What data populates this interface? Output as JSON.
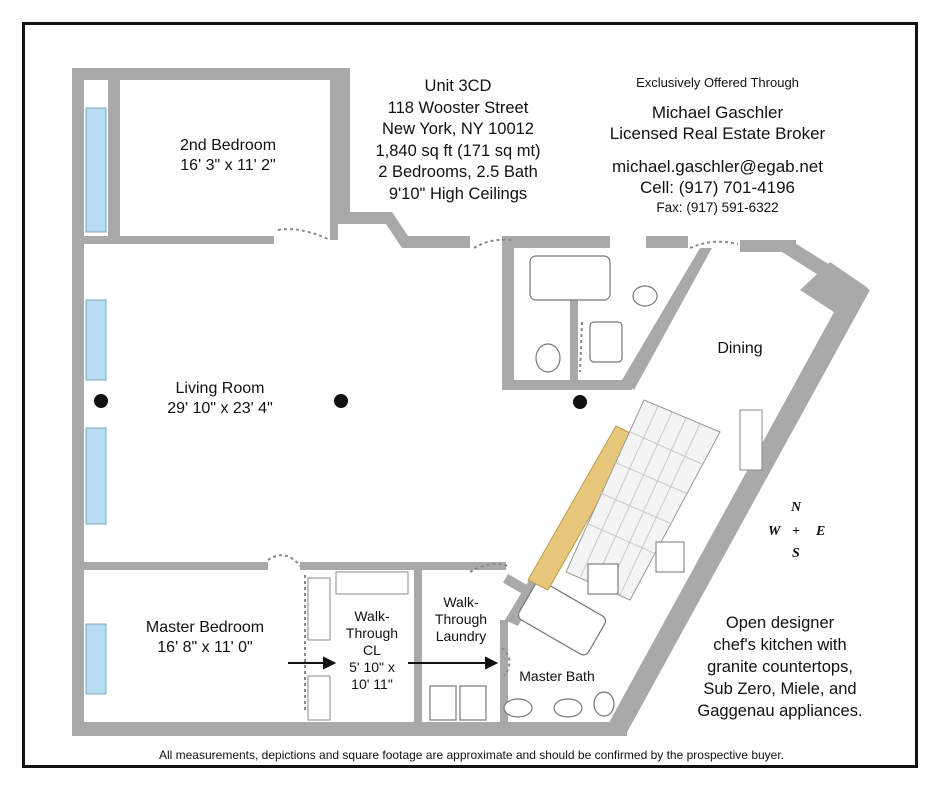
{
  "listing": {
    "unit": "Unit 3CD",
    "address": "118 Wooster Street",
    "city": "New York, NY 10012",
    "area": "1,840 sq ft (171 sq mt)",
    "rooms": "2 Bedrooms, 2.5 Bath",
    "ceilings": "9'10\" High Ceilings"
  },
  "broker": {
    "offered": "Exclusively Offered Through",
    "name": "Michael Gaschler",
    "title": "Licensed Real Estate Broker",
    "email": "michael.gaschler@egab.net",
    "cell": "Cell: (917) 701-4196",
    "fax": "Fax: (917) 591-6322"
  },
  "rooms": {
    "second_bedroom": {
      "name": "2nd Bedroom",
      "size": "16' 3\" x 11' 2\""
    },
    "living_room": {
      "name": "Living Room",
      "size": "29' 10\" x 23' 4\""
    },
    "master_bedroom": {
      "name": "Master Bedroom",
      "size": "16' 8\" x 11' 0\""
    },
    "dining": {
      "name": "Dining"
    },
    "closet": {
      "line1": "Walk-",
      "line2": "Through",
      "line3": "CL",
      "line4": "5' 10\" x",
      "line5": "10' 11\""
    },
    "laundry": {
      "line1": "Walk-",
      "line2": "Through",
      "line3": "Laundry"
    },
    "master_bath": {
      "name": "Master Bath"
    }
  },
  "kitchen_note": {
    "line1": "Open designer",
    "line2": "chef's kitchen with",
    "line3": "granite countertops,",
    "line4": "Sub Zero, Miele, and",
    "line5": "Gaggenau appliances."
  },
  "compass": {
    "n": "N",
    "w": "W",
    "plus": "+",
    "e": "E",
    "s": "S"
  },
  "disclaimer": "All measurements, depictions and square footage are approximate and should be confirmed by the prospective buyer.",
  "colors": {
    "wall": "#a9a9a9",
    "window": "#b8dcef",
    "counter": "#e8c77a",
    "column": "#111111"
  }
}
